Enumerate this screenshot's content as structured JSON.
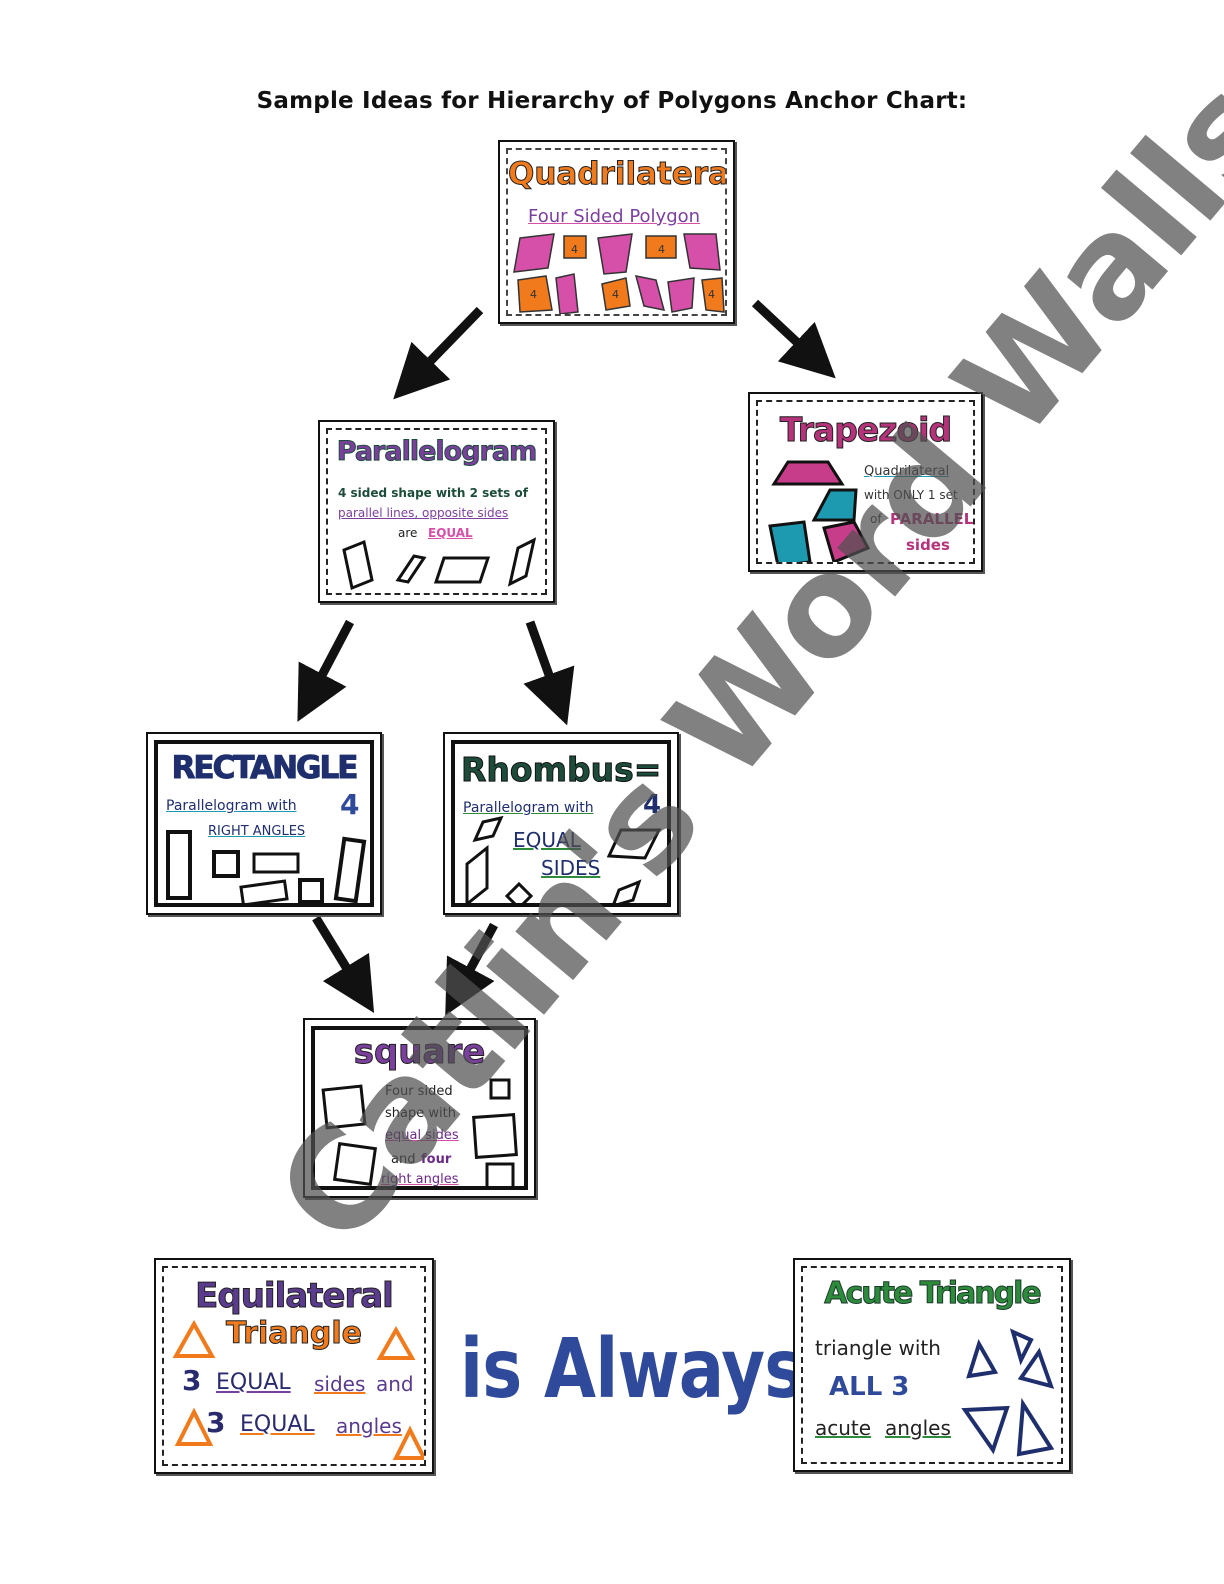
{
  "title": "Sample Ideas for Hierarchy of Polygons Anchor Chart:",
  "colors": {
    "orange": "#f07a1c",
    "pink": "#d64fa8",
    "purple": "#7b3f9e",
    "teal": "#1e9ab0",
    "navy": "#1f2f6e",
    "green": "#2e8b3c",
    "blue_text": "#2f4a9a",
    "watermark": "#6b6b6b"
  },
  "cards": {
    "quadrilateral": {
      "heading": "Quadrilateral",
      "line1": "Four Sided Polygon",
      "shape_label": "4"
    },
    "parallelogram": {
      "heading": "Parallelogram",
      "line1": "4 sided shape with 2 sets of",
      "line2": "parallel lines, opposite sides",
      "line3a": "are",
      "line3b": "EQUAL"
    },
    "trapezoid": {
      "heading": "Trapezoid",
      "line1": "Quadrilateral",
      "line2": "with ONLY 1 set",
      "line3a": "of",
      "line3b": "PARALLEL",
      "line4": "sides"
    },
    "rectangle": {
      "heading": "RECTANGLE",
      "line1a": "Parallelogram with",
      "line1b": "4",
      "line2": "RIGHT ANGLES"
    },
    "rhombus": {
      "heading": "Rhombus=",
      "line1a": "Parallelogram with",
      "line1b": "4",
      "line2": "EQUAL",
      "line3": "SIDES"
    },
    "square": {
      "heading": "square",
      "line1": "Four sided",
      "line2": "shape with",
      "line3": "equal sides",
      "line4a": "and",
      "line4b": "four",
      "line5": "right angles"
    },
    "equilateral": {
      "heading1": "Equilateral",
      "heading2": "Triangle",
      "line1a": "3",
      "line1b": "EQUAL",
      "line1c": "sides",
      "line1d": "and",
      "line2a": "3",
      "line2b": "EQUAL",
      "line2c": "angles"
    },
    "acute": {
      "heading": "Acute Triangle",
      "line1": "triangle with",
      "line2": "ALL 3",
      "line3a": "acute",
      "line3b": "angles"
    }
  },
  "connector": "is Always",
  "watermark": "Catlin's Word Walls"
}
